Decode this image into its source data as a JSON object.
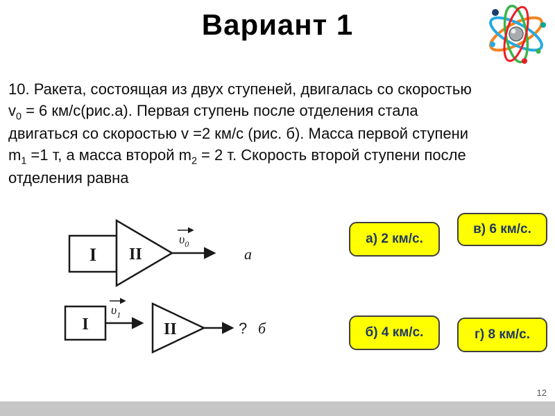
{
  "slide": {
    "title": "Вариант 1",
    "page_number": "12"
  },
  "problem": {
    "segments": [
      "10. Ракета, состоящая из двух ступеней, двигалась со скоростью v",
      "0",
      " = 6 км/с(рис.а). Первая ступень после отделения стала двигаться со скоростью v =2 км/с (рис. б). Масса первой ступени m",
      "1",
      " =1 т, а масса второй m",
      "2",
      " = 2 т. Скорость второй ступени после отделения равна"
    ]
  },
  "diagram": {
    "stage1_label": "I",
    "stage2_label": "II",
    "v_letter": "υ",
    "v0_sub": "0",
    "v1_sub": "1",
    "fig_a_label": "а",
    "fig_b_label": "б",
    "question_mark": "?"
  },
  "answers": [
    {
      "label": "а) 2 км/с."
    },
    {
      "label": "в) 6 км/с."
    },
    {
      "label": "б) 4 км/с."
    },
    {
      "label": "г) 8 км/с."
    }
  ],
  "colors": {
    "answer_background": "#ffff00",
    "answer_text": "#1f3864",
    "answer_border": "#404040",
    "footer_bar": "#c6c6c6"
  }
}
